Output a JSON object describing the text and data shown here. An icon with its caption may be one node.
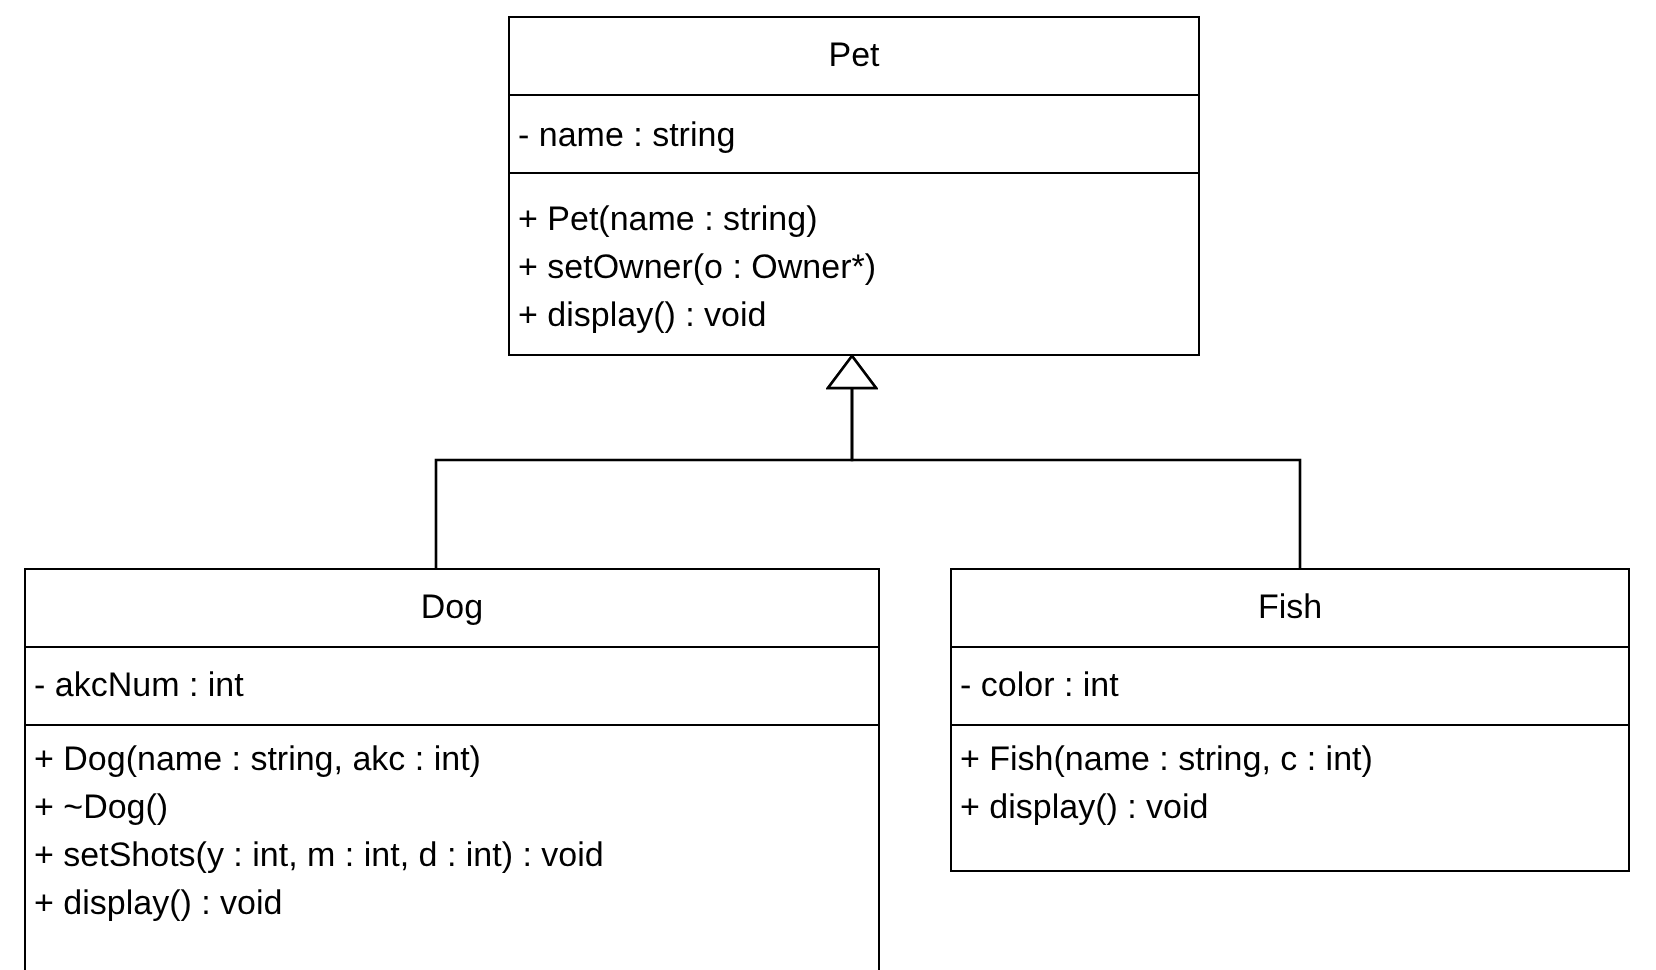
{
  "diagram": {
    "nodes": [
      {
        "text": [
          "Pet"
        ]
      },
      {
        "text": [
          "- name : string"
        ],
        "in": 0
      },
      {
        "text": [
          "+ Pet(name : string)",
          "+ setOwner(o : Owner*)",
          "+ display() : void"
        ],
        "in": 0
      },
      {
        "text": [
          "Dog"
        ]
      },
      {
        "text": [
          "- akcNum : int"
        ],
        "in": 3
      },
      {
        "text": [
          "+ Dog(name : string, akc : int)",
          "+ ~Dog()",
          "+ setShots(y : int, m : int, d : int) : void",
          "+ display() : void"
        ],
        "in": 3
      },
      {
        "text": [
          "Fish"
        ]
      },
      {
        "text": [
          "- color : int"
        ],
        "in": 6
      },
      {
        "text": [
          "+ Fish(name : string, c : int)",
          "+ display() : void"
        ],
        "in": 6
      }
    ],
    "edges": [
      {
        "from": 3,
        "to": 0,
        "arrow": "to"
      },
      {
        "from": 6,
        "to": 0,
        "arrow": "to"
      }
    ]
  }
}
